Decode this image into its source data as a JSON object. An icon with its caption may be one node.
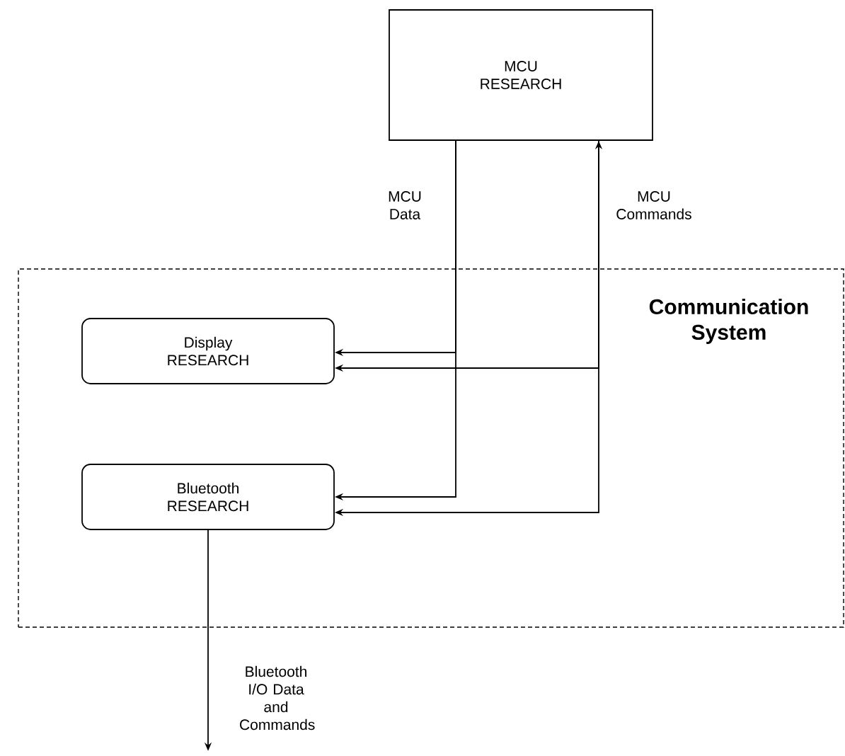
{
  "diagram": {
    "nodes": [
      {
        "text": [
          "MCU RESEARCH"
        ]
      },
      {
        "text": [
          "Communication System"
        ]
      },
      {
        "text": [
          "Display RESEARCH"
        ],
        "in": 1
      },
      {
        "text": [
          "Bluetooth RESEARCH"
        ],
        "in": 1
      }
    ],
    "edges": [
      {
        "from": 0,
        "to": 2,
        "arrow": "to",
        "label": "MCU Data"
      },
      {
        "from": 0,
        "to": 3,
        "arrow": "to"
      },
      {
        "from": 0,
        "to": 2,
        "arrow": "both",
        "label": "MCU Commands"
      },
      {
        "from": 0,
        "to": 3,
        "arrow": "to"
      },
      {
        "from": 3,
        "to": null,
        "arrow": "to",
        "label": "Bluetooth I/O Data and Commands"
      }
    ]
  }
}
